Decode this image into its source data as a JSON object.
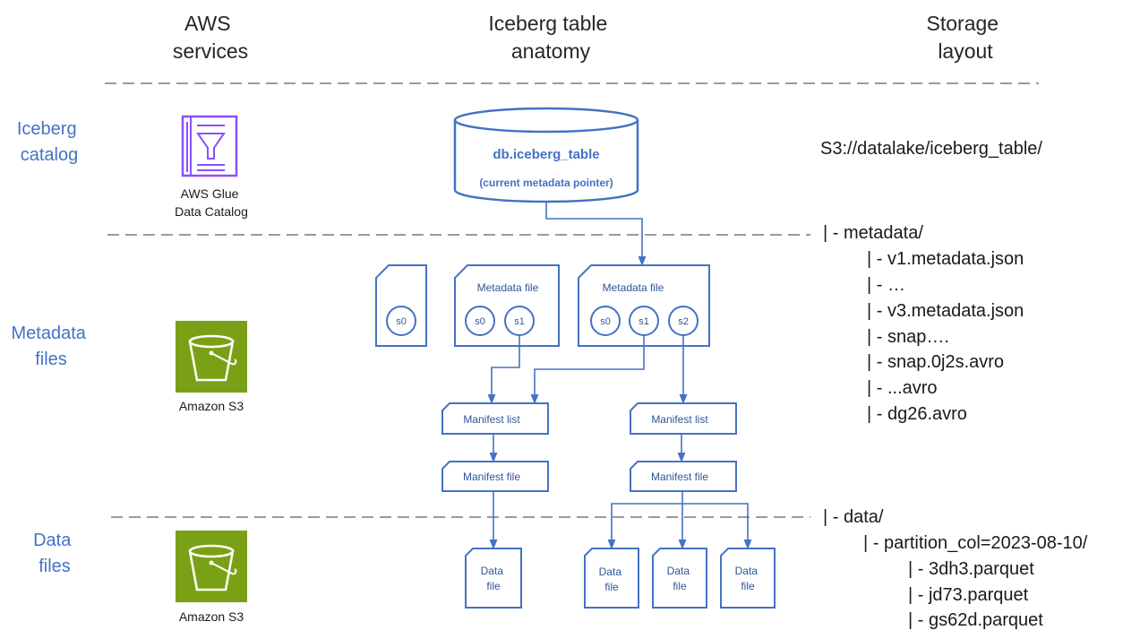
{
  "headers": {
    "services": [
      "AWS",
      "services"
    ],
    "anatomy": [
      "Iceberg table",
      "anatomy"
    ],
    "storage": [
      "Storage",
      "layout"
    ]
  },
  "rows": {
    "catalog": [
      "Iceberg",
      "catalog"
    ],
    "metadata": [
      "Metadata",
      "files"
    ],
    "data": [
      "Data",
      "files"
    ]
  },
  "services": {
    "glue": [
      "AWS Glue",
      "Data Catalog"
    ],
    "s3_metadata": "Amazon S3",
    "s3_data": "Amazon S3"
  },
  "catalog_db": {
    "name": "db.iceberg_table",
    "pointer": "(current metadata pointer)"
  },
  "snapshot_file": {
    "snapshot": "s0"
  },
  "metadata_file_1": {
    "title": "Metadata file",
    "snapshots": [
      "s0",
      "s1"
    ]
  },
  "metadata_file_2": {
    "title": "Metadata file",
    "snapshots": [
      "s0",
      "s1",
      "s2"
    ]
  },
  "manifest_list_1": "Manifest list",
  "manifest_list_2": "Manifest list",
  "manifest_file_1": "Manifest file",
  "manifest_file_2": "Manifest file",
  "data_files": [
    [
      "Data",
      "file"
    ],
    [
      "Data",
      "file"
    ],
    [
      "Data",
      "file"
    ],
    [
      "Data",
      "file"
    ]
  ],
  "storage": {
    "root": "S3://datalake/iceberg_table/",
    "metadata_dir": "| - metadata/",
    "metadata_entries": [
      "| - v1.metadata.json",
      "| - …",
      "| - v3.metadata.json",
      "| - snap….",
      "| - snap.0j2s.avro",
      "| - ...avro",
      "| - dg26.avro"
    ],
    "data_dir": "| - data/",
    "partition": "| - partition_col=2023-08-10/",
    "data_entries": [
      "| - 3dh3.parquet",
      "| - jd73.parquet",
      "| - gs62d.parquet"
    ]
  },
  "colors": {
    "accent": "#4472C4",
    "glue_purple": "#8C4FFF",
    "s3_green": "#7AA116",
    "divider": "#9a9a9a"
  },
  "icons": [
    "glue-catalog-icon",
    "s3-bucket-icon"
  ]
}
